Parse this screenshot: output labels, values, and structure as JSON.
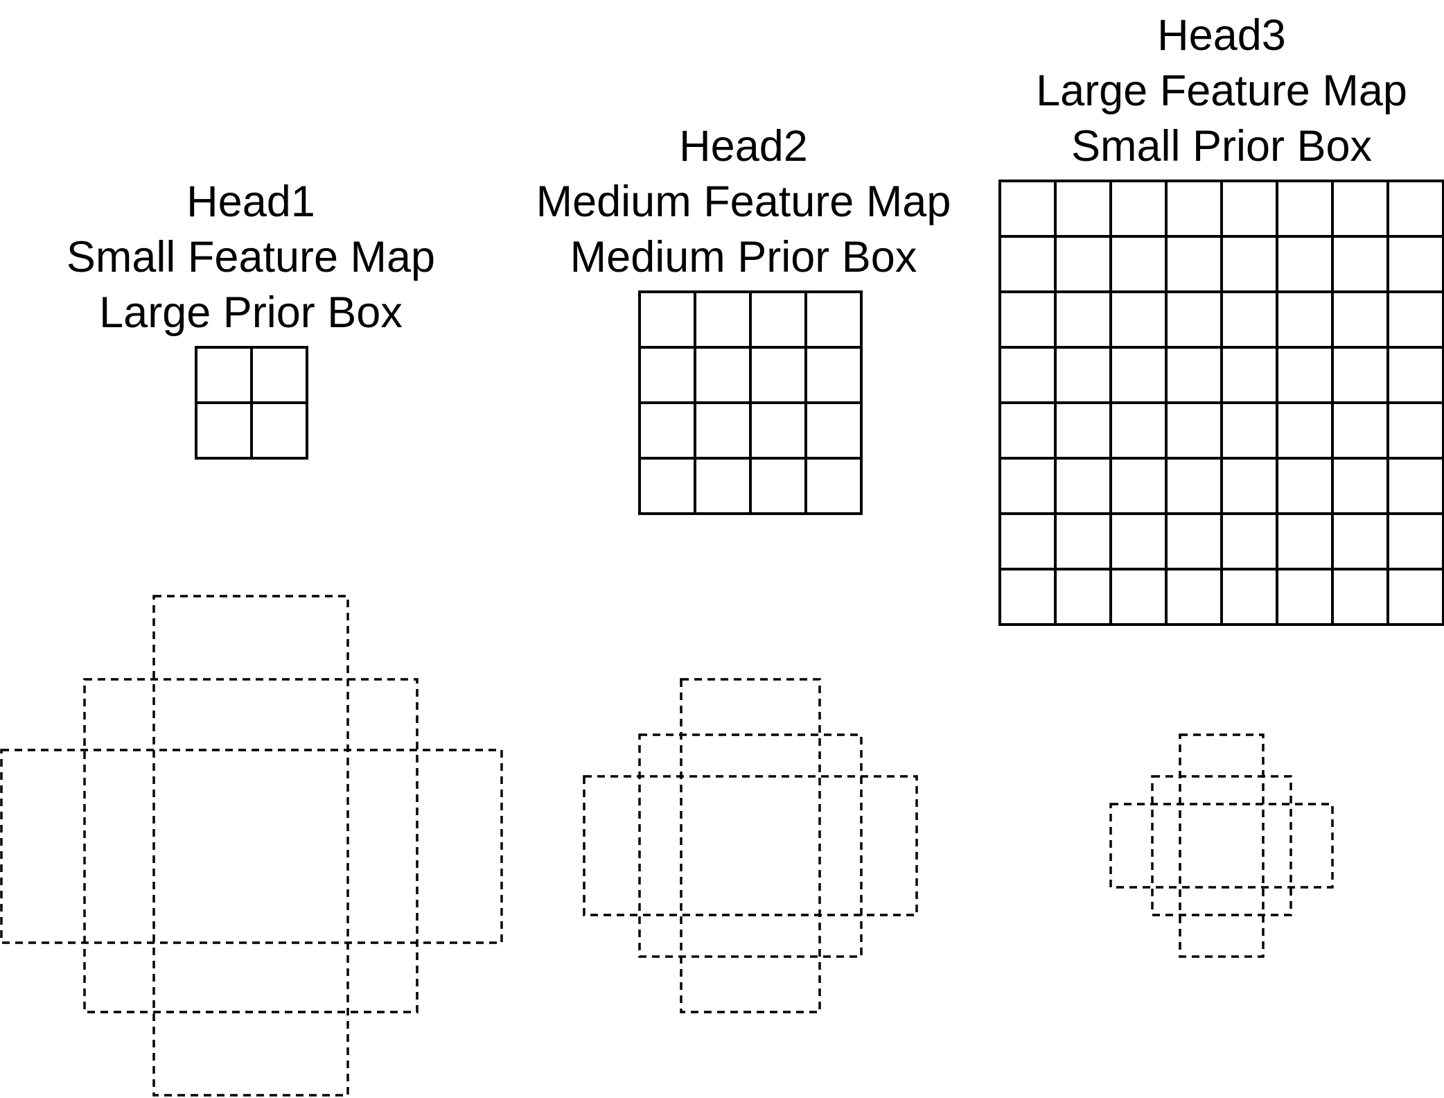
{
  "heads": [
    {
      "name": "Head1",
      "feature_map": "Small Feature Map",
      "prior_box": "Large Prior Box",
      "grid_cells": 2
    },
    {
      "name": "Head2",
      "feature_map": "Medium Feature Map",
      "prior_box": "Medium Prior Box",
      "grid_cells": 4
    },
    {
      "name": "Head3",
      "feature_map": "Large Feature Map",
      "prior_box": "Small Prior Box",
      "grid_cells": 8
    }
  ],
  "colors": {
    "line": "#000000",
    "background": "#ffffff"
  }
}
